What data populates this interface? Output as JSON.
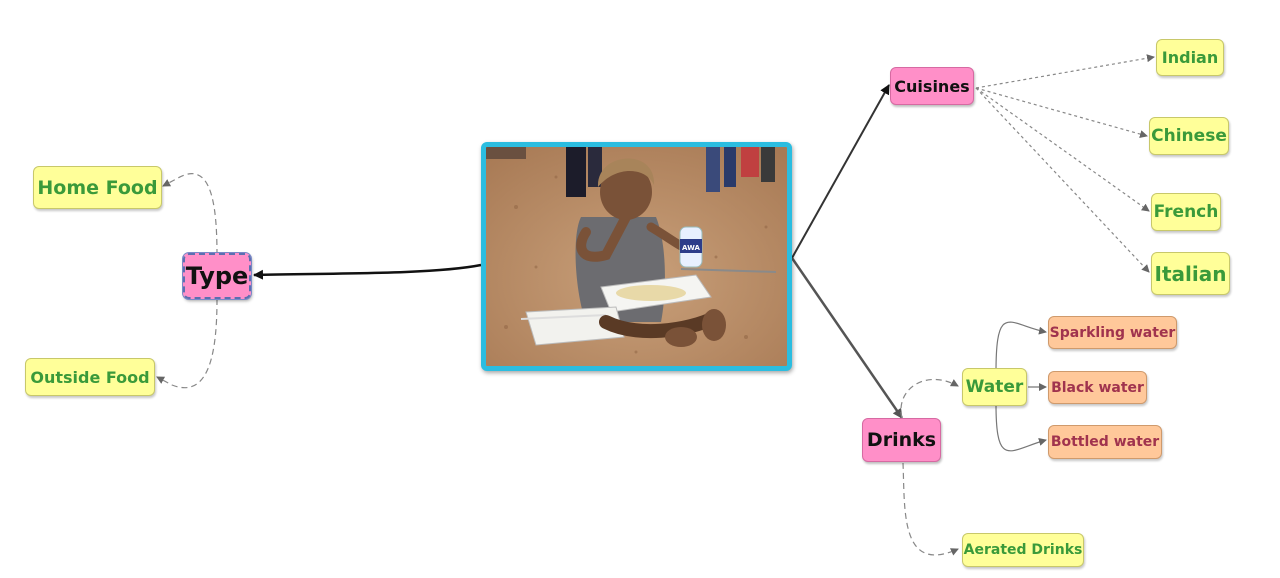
{
  "diagram": {
    "center": {
      "image_label": "photo-child-eating"
    },
    "left_branch": {
      "type": "Type",
      "home_food": "Home Food",
      "outside_food": "Outside Food"
    },
    "cuisines": {
      "label": "Cuisines",
      "items": [
        "Indian",
        "Chinese",
        "French",
        "Italian"
      ]
    },
    "drinks": {
      "label": "Drinks",
      "water": {
        "label": "Water",
        "items": [
          "Sparkling water",
          "Black water",
          "Bottled water"
        ]
      },
      "aerated": "Aerated Drinks"
    },
    "photo_text": {
      "bottle_label": "AWA"
    }
  },
  "colors": {
    "main_topic": "#ff8fc8",
    "sub_topic": "#ffff99",
    "water_topic": "#ffc89a",
    "frame": "#2bbde0",
    "green_text": "#3a9a3a",
    "maroon_text": "#a0334e"
  }
}
